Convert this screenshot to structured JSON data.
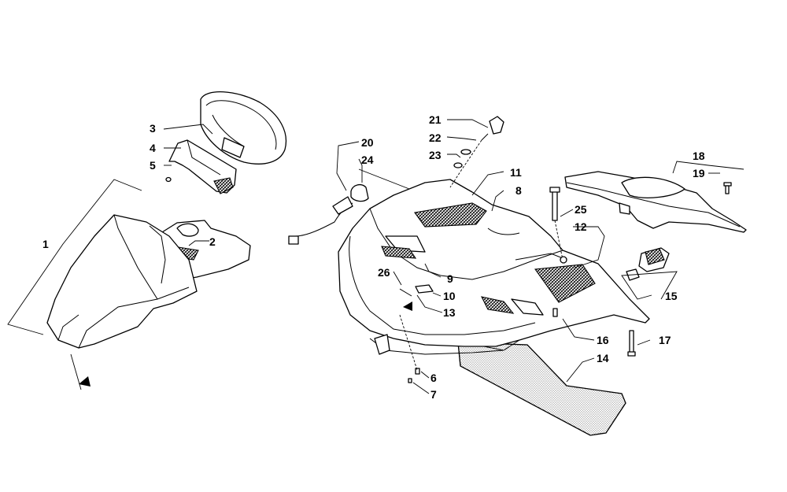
{
  "callouts": [
    {
      "id": "1",
      "text": "1"
    },
    {
      "id": "2",
      "text": "2"
    },
    {
      "id": "3",
      "text": "3"
    },
    {
      "id": "4",
      "text": "4"
    },
    {
      "id": "5",
      "text": "5"
    },
    {
      "id": "6",
      "text": "6"
    },
    {
      "id": "7",
      "text": "7"
    },
    {
      "id": "8",
      "text": "8"
    },
    {
      "id": "9",
      "text": "9"
    },
    {
      "id": "10",
      "text": "10"
    },
    {
      "id": "11",
      "text": "11"
    },
    {
      "id": "12",
      "text": "12"
    },
    {
      "id": "13",
      "text": "13"
    },
    {
      "id": "14",
      "text": "14"
    },
    {
      "id": "15",
      "text": "15"
    },
    {
      "id": "16",
      "text": "16"
    },
    {
      "id": "17",
      "text": "17"
    },
    {
      "id": "18",
      "text": "18"
    },
    {
      "id": "19",
      "text": "19"
    },
    {
      "id": "20",
      "text": "20"
    },
    {
      "id": "21",
      "text": "21"
    },
    {
      "id": "22",
      "text": "22"
    },
    {
      "id": "23",
      "text": "23"
    },
    {
      "id": "24",
      "text": "24"
    },
    {
      "id": "25",
      "text": "25"
    },
    {
      "id": "26",
      "text": "26"
    }
  ],
  "colors": {
    "line": "#000000",
    "background": "#ffffff"
  }
}
